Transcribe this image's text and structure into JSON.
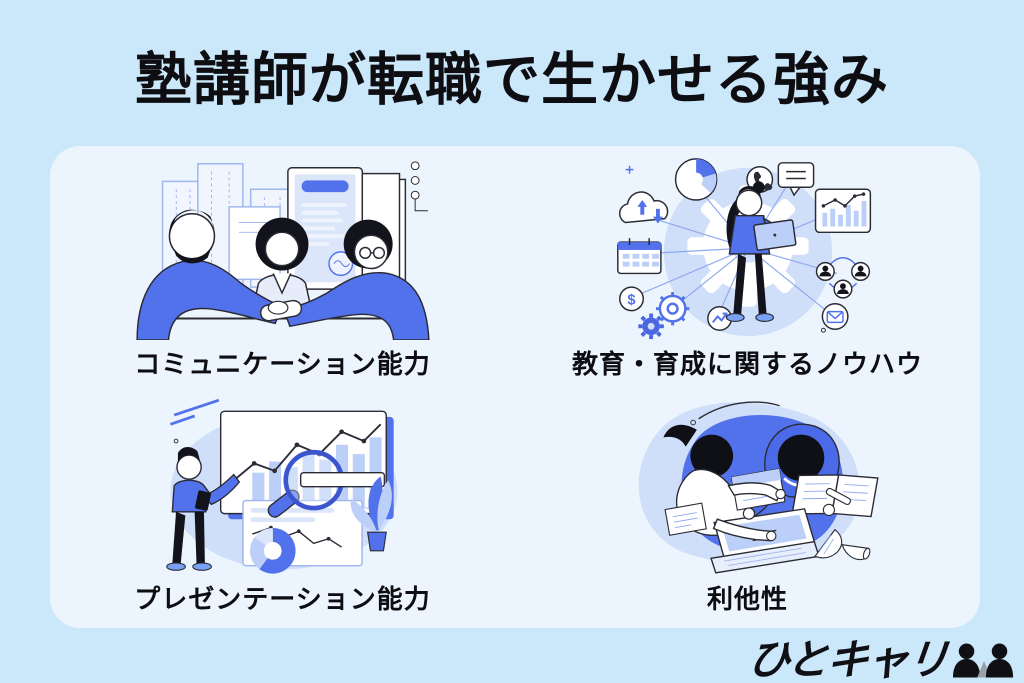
{
  "title": "塾講師が転職で生かせる強み",
  "card": {
    "items": [
      {
        "label": "コミュニケーション能力",
        "illustration": "business-handshake-scene"
      },
      {
        "label": "教育・育成に関するノウハウ",
        "illustration": "educator-surrounded-by-skill-icons"
      },
      {
        "label": "プレゼンテーション能力",
        "illustration": "person-presenting-charts"
      },
      {
        "label": "利他性",
        "illustration": "people-collaborating-at-desk-top-view"
      }
    ]
  },
  "illustrations": {
    "currency_symbol": "$",
    "communication_elements": [
      "office-buildings",
      "signed-document",
      "three-people",
      "handshake"
    ],
    "education_elements": [
      "pie-chart-icon",
      "phone-icon",
      "speech-bubble-icon",
      "cloud-sync-icon",
      "calendar-icon",
      "money-icon",
      "gears-icon",
      "trend-icon",
      "bar-chart-icon",
      "people-network-icon",
      "envelope-icon",
      "woman-with-laptop",
      "gear-backdrop"
    ],
    "presentation_elements": [
      "whiteboard-bar-chart",
      "line-chart",
      "magnifying-glass",
      "report-panel",
      "donut-chart",
      "plant",
      "presenter"
    ],
    "altruism_elements": [
      "two-people-top-view",
      "laptop",
      "open-book",
      "papers"
    ]
  },
  "logo": {
    "text": "ひとキャリ",
    "icon": "two-people-icon"
  },
  "colors": {
    "page_background": "#cbe7fa",
    "card_background": "#ecf5fd",
    "title_text": "#0d0d12",
    "label_text": "#0d0d12",
    "primary_blue": "#5272ec",
    "accent_blue": "#4a67e0",
    "light_blue": "#bccff8",
    "pale_blue": "#dce6fb",
    "circle_blue": "#cfdef9",
    "outline_dark": "#2b2b35",
    "ink_black": "#13131b",
    "logo_gray": "#9aa0a8"
  }
}
